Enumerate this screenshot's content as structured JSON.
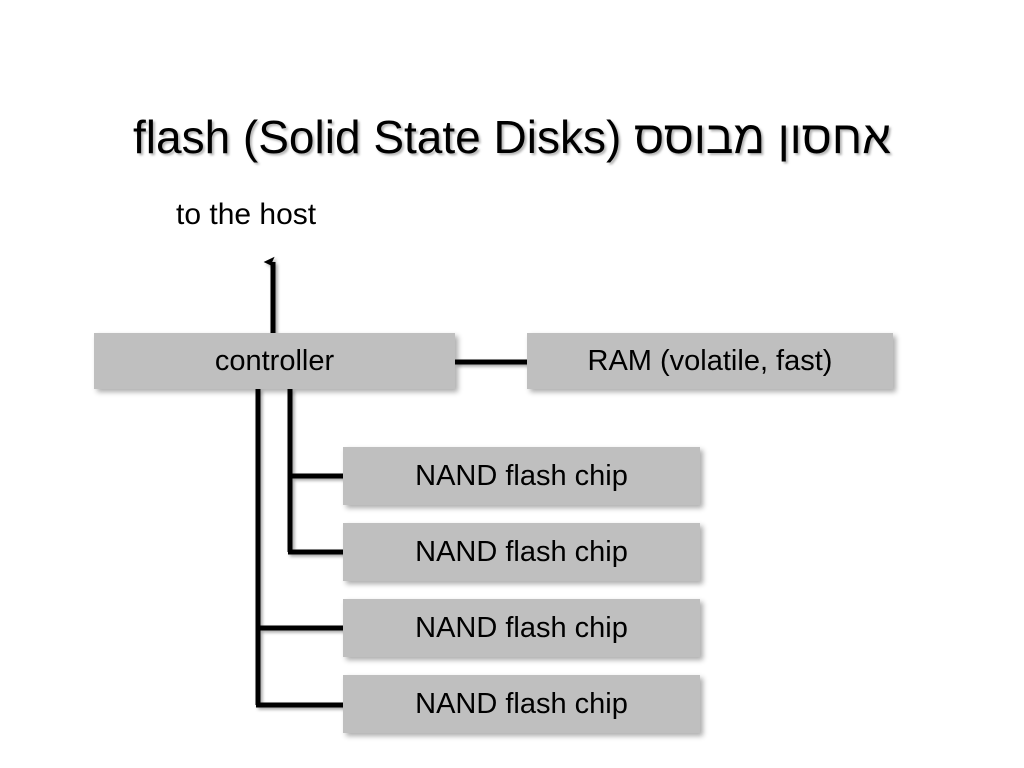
{
  "slide": {
    "title": "אחסון מבוסס flash (Solid State Disks)",
    "background_color": "#ffffff",
    "box_fill_color": "#bfbfbf",
    "line_color": "#000000",
    "text_color": "#000000"
  },
  "labels": {
    "to_the_host": "to the host"
  },
  "diagram": {
    "controller": "controller",
    "ram": "RAM (volatile, fast)",
    "nand_chips": [
      "NAND flash chip",
      "NAND flash chip",
      "NAND flash chip",
      "NAND flash chip"
    ]
  }
}
